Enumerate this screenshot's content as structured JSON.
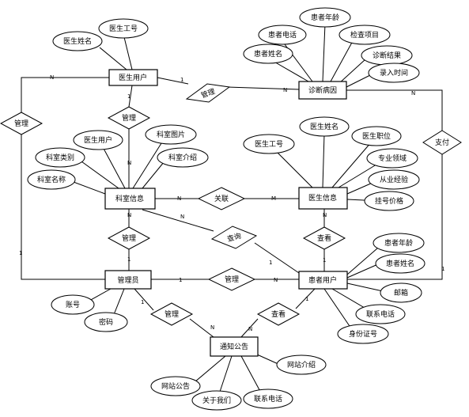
{
  "entities": {
    "doctor_user": "医生用户",
    "diagnosis_cause": "诊断病因",
    "dept_info": "科室信息",
    "doctor_info": "医生信息",
    "admin": "管理员",
    "patient_user": "患者用户",
    "notice": "通知公告"
  },
  "attributes": {
    "doctor_user": [
      "医生姓名",
      "医生工号"
    ],
    "diagnosis_cause": [
      "患者电话",
      "患者年龄",
      "检查项目",
      "患者姓名",
      "诊断结果",
      "录入时间"
    ],
    "dept_info": [
      "医生用户",
      "科室图片",
      "科室类别",
      "科室介绍",
      "科室名称"
    ],
    "doctor_info": [
      "医生姓名",
      "医生工号",
      "医生职位",
      "专业领域",
      "从业经验",
      "挂号价格"
    ],
    "admin": [
      "账号",
      "密码"
    ],
    "patient_user": [
      "患者年龄",
      "患者姓名",
      "邮箱",
      "联系电话",
      "身份证号"
    ],
    "notice": [
      "网站介绍",
      "网站公告",
      "关于我们",
      "联系电话"
    ]
  },
  "relationships": {
    "manage_diag": "管理",
    "manage_left": "管理",
    "manage_doc": "管理",
    "pay": "支付",
    "associate": "关联",
    "manage_dept": "管理",
    "query_dept": "查询",
    "view_doc": "查看",
    "manage_patient": "管理",
    "manage_notice": "管理",
    "view_notice": "查看"
  },
  "cardinalities": {
    "c_du_diag": "1",
    "c_diag_rel": "N",
    "c_du_left": "N",
    "c_admin_left": "1",
    "c_du_mdoc": "1",
    "c_dept_mdoc": "N",
    "c_diag_pay": "N",
    "c_pat_pay": "1",
    "c_dept_assoc": "N",
    "c_doc_assoc": "M",
    "c_dept_mdept": "N",
    "c_admin_mdept": "1",
    "c_dept_query": "N",
    "c_pat_query": "1",
    "c_doc_view": "N",
    "c_pat_view": "1",
    "c_admin_mpat": "1",
    "c_pat_mpat": "N",
    "c_admin_mnot": "1",
    "c_not_mnot": "N",
    "c_not_vnot": "N",
    "c_pat_vnot": "1"
  }
}
